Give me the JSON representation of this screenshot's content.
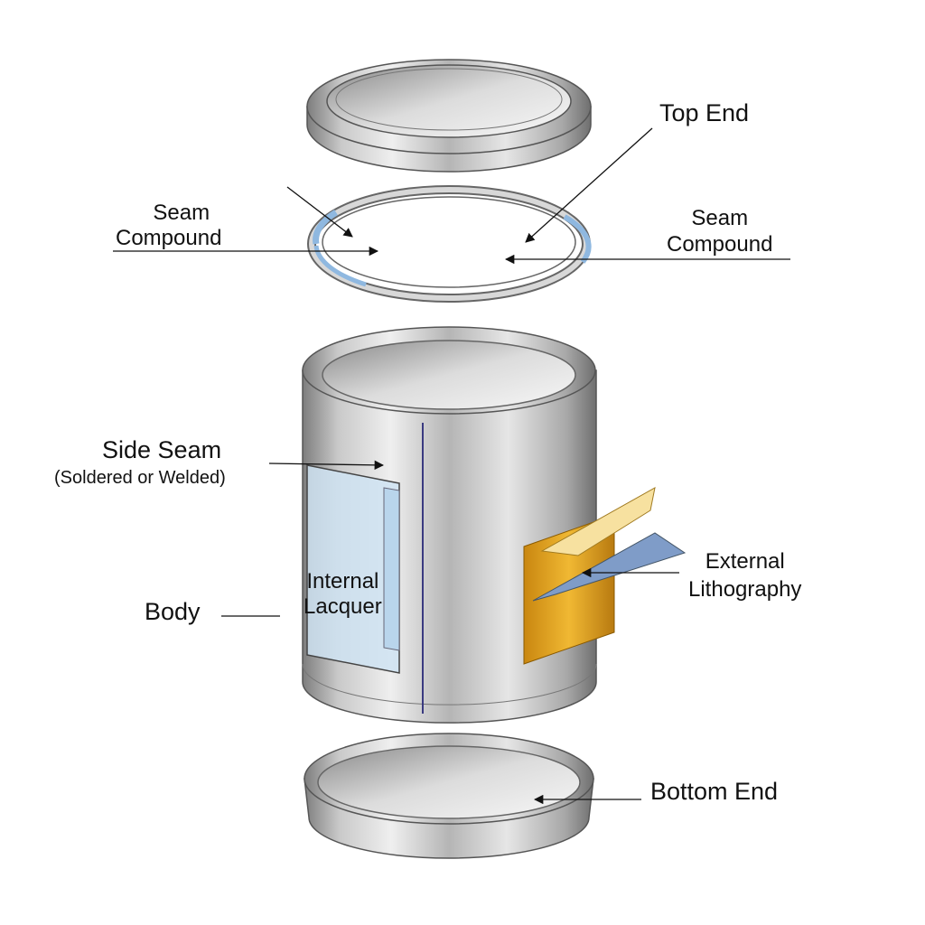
{
  "labels": {
    "top_end": "Top End",
    "seam_compound_left": "Seam\nCompound",
    "seam_compound_left_line1": "Seam",
    "seam_compound_left_line2": "Compound",
    "seam_compound_right_line1": "Seam",
    "seam_compound_right_line2": "Compound",
    "side_seam": "Side Seam",
    "side_seam_note": "(Soldered or Welded)",
    "body": "Body",
    "internal_lacquer_line1": "Internal",
    "internal_lacquer_line2": "Lacquer",
    "external_lithography_line1": "External",
    "external_lithography_line2": "Lithography",
    "bottom_end": "Bottom End"
  },
  "colors": {
    "metal_light": "#f2f2f2",
    "metal_dark": "#8a8a8a",
    "seam_compound": "#8fb8e0",
    "lacquer": "#cfe3f2",
    "lithography_gold": "#e0a21c",
    "lithography_blue": "#7f9cc8",
    "side_seam_line": "#3a3a80"
  }
}
